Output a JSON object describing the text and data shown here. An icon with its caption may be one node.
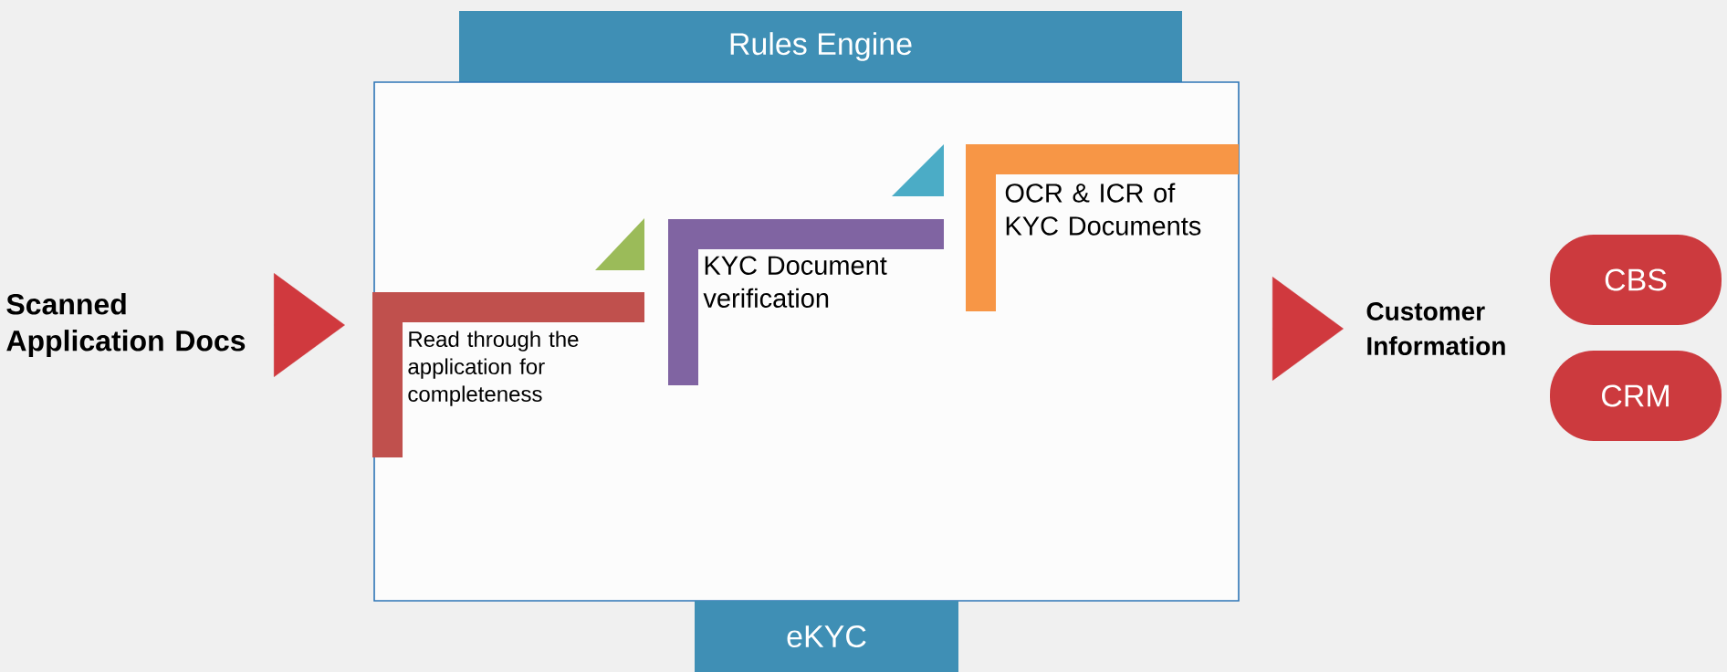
{
  "diagram": {
    "nodes": [
      {
        "text": [
          "Scanned Application Docs"
        ]
      },
      {
        "text": [
          "Rules Engine"
        ]
      },
      {
        "text": [],
        "shape": "box"
      },
      {
        "text": [
          "Read through the application for completeness"
        ],
        "in": 2
      },
      {
        "text": [
          "KYC Document verification"
        ],
        "in": 2
      },
      {
        "text": [
          "OCR & ICR of KYC Documents"
        ],
        "in": 2
      },
      {
        "text": [
          "eKYC"
        ]
      },
      {
        "text": [
          "Customer Information"
        ]
      },
      {
        "text": [
          "CBS"
        ]
      },
      {
        "text": [
          "CRM"
        ]
      }
    ],
    "edges": [
      {
        "from": 0,
        "to": 3,
        "arrow": "to"
      },
      {
        "from": 2,
        "to": 7,
        "arrow": "to"
      }
    ]
  }
}
